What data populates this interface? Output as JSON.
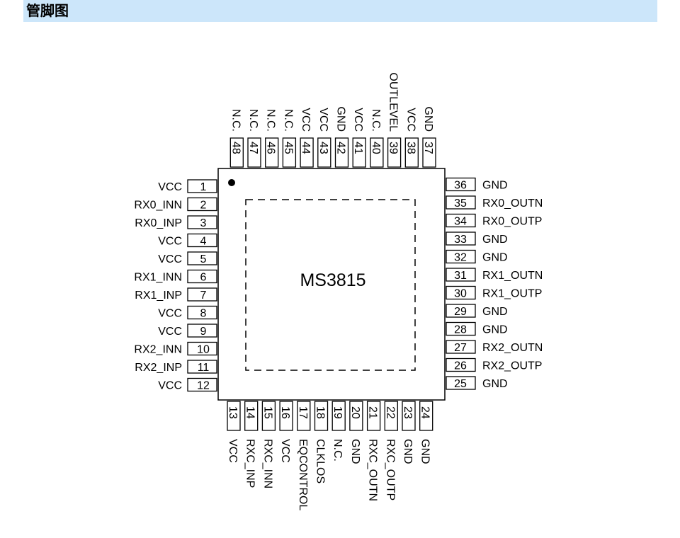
{
  "header": {
    "title": "管脚图"
  },
  "chip": {
    "name": "MS3815"
  },
  "pins": {
    "left": [
      {
        "num": "1",
        "name": "VCC"
      },
      {
        "num": "2",
        "name": "RX0_INN"
      },
      {
        "num": "3",
        "name": "RX0_INP"
      },
      {
        "num": "4",
        "name": "VCC"
      },
      {
        "num": "5",
        "name": "VCC"
      },
      {
        "num": "6",
        "name": "RX1_INN"
      },
      {
        "num": "7",
        "name": "RX1_INP"
      },
      {
        "num": "8",
        "name": "VCC"
      },
      {
        "num": "9",
        "name": "VCC"
      },
      {
        "num": "10",
        "name": "RX2_INN"
      },
      {
        "num": "11",
        "name": "RX2_INP"
      },
      {
        "num": "12",
        "name": "VCC"
      }
    ],
    "bottom": [
      {
        "num": "13",
        "name": "VCC"
      },
      {
        "num": "14",
        "name": "RXC_INP"
      },
      {
        "num": "15",
        "name": "RXC_INN"
      },
      {
        "num": "16",
        "name": "VCC"
      },
      {
        "num": "17",
        "name": "EQCONTROL"
      },
      {
        "num": "18",
        "name": "CLKLOS"
      },
      {
        "num": "19",
        "name": "N.C."
      },
      {
        "num": "20",
        "name": "GND"
      },
      {
        "num": "21",
        "name": "RXC_OUTN"
      },
      {
        "num": "22",
        "name": "RXC_OUTP"
      },
      {
        "num": "23",
        "name": "GND"
      },
      {
        "num": "24",
        "name": "GND"
      }
    ],
    "right": [
      {
        "num": "25",
        "name": "GND"
      },
      {
        "num": "26",
        "name": "RX2_OUTP"
      },
      {
        "num": "27",
        "name": "RX2_OUTN"
      },
      {
        "num": "28",
        "name": "GND"
      },
      {
        "num": "29",
        "name": "GND"
      },
      {
        "num": "30",
        "name": "RX1_OUTP"
      },
      {
        "num": "31",
        "name": "RX1_OUTN"
      },
      {
        "num": "32",
        "name": "GND"
      },
      {
        "num": "33",
        "name": "GND"
      },
      {
        "num": "34",
        "name": "RX0_OUTP"
      },
      {
        "num": "35",
        "name": "RX0_OUTN"
      },
      {
        "num": "36",
        "name": "GND"
      }
    ],
    "top": [
      {
        "num": "37",
        "name": "GND"
      },
      {
        "num": "38",
        "name": "VCC"
      },
      {
        "num": "39",
        "name": "OUTLEVEL"
      },
      {
        "num": "40",
        "name": "N.C."
      },
      {
        "num": "41",
        "name": "VCC"
      },
      {
        "num": "42",
        "name": "GND"
      },
      {
        "num": "43",
        "name": "VCC"
      },
      {
        "num": "44",
        "name": "VCC"
      },
      {
        "num": "45",
        "name": "N.C."
      },
      {
        "num": "46",
        "name": "N.C."
      },
      {
        "num": "47",
        "name": "N.C."
      },
      {
        "num": "48",
        "name": "N.C."
      }
    ]
  }
}
